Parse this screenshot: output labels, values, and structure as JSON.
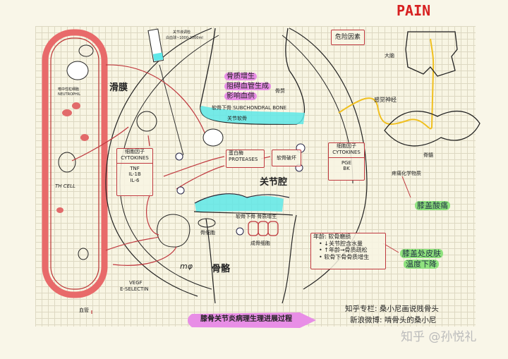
{
  "title_banner": "膝骨关节炎病理生理进展过程",
  "pain_label": "PAIN",
  "syringe": {
    "line1": "关节液调检",
    "line2": "白血球~1000-2000ml"
  },
  "regions": {
    "synovium": "滑膜",
    "joint_cavity": "关节腔",
    "bone": "骨骼",
    "vessel": "血管",
    "brain": "大脑",
    "spinal_cord": "脊髓",
    "sensory_nerve": "感觉神经"
  },
  "neutrophil": {
    "cn": "嗜中性粒细胞",
    "en": "NEUTROPHIL"
  },
  "th_cell": "TH CELL",
  "macrophage": "mφ",
  "bone_growth": [
    "骨质增生",
    "阻碍血管生成",
    "影响血供"
  ],
  "osteophyte": "骨赘",
  "subchondral": "软骨下骨 SUBCHONDRAL BONE",
  "cartilage": "关节软骨",
  "cytokines_box": {
    "title_cn": "细胞因子",
    "title_en": "CYTOKINES",
    "items": [
      "TNF",
      "IL-1B",
      "IL-6"
    ]
  },
  "proteases_box": {
    "cn": "蛋白酶",
    "en": "PROTEASES"
  },
  "cartilage_damage": "软骨破坏",
  "subchondral_growth": "软骨下骨 骨质增生",
  "osteocyte": "骨细胞",
  "osteoblast": "成骨细胞",
  "vegf": {
    "line1": "VEGF",
    "line2": "E-SELECTIN"
  },
  "risk_factors": "危险因素",
  "cytokines_box2": {
    "title_cn": "细胞因子",
    "title_en": "CYTOKINES",
    "items": [
      "PGE",
      "BK"
    ]
  },
  "pain_chemicals": "疼痛化学物质",
  "knee_ache": "膝盖酸痛",
  "age_box": {
    "title": "年龄:  软骨磨损",
    "items": [
      "↓关节腔含水量",
      "↑年龄→骨质疏松",
      "软骨下骨骨质增生"
    ]
  },
  "skin_temp": [
    "膝盖处皮肤",
    "温度下降"
  ],
  "credits": [
    "知乎专栏:  桑小尼画说贱骨头",
    "新浪微博:  啃骨头的桑小尼"
  ],
  "watermark": "知乎 @孙悦礼",
  "colors": {
    "red": "#c0393f",
    "cyan": "#5ee8e8",
    "pink": "#e88ee6",
    "green": "#8fe37e",
    "yellow": "#f0c020"
  }
}
